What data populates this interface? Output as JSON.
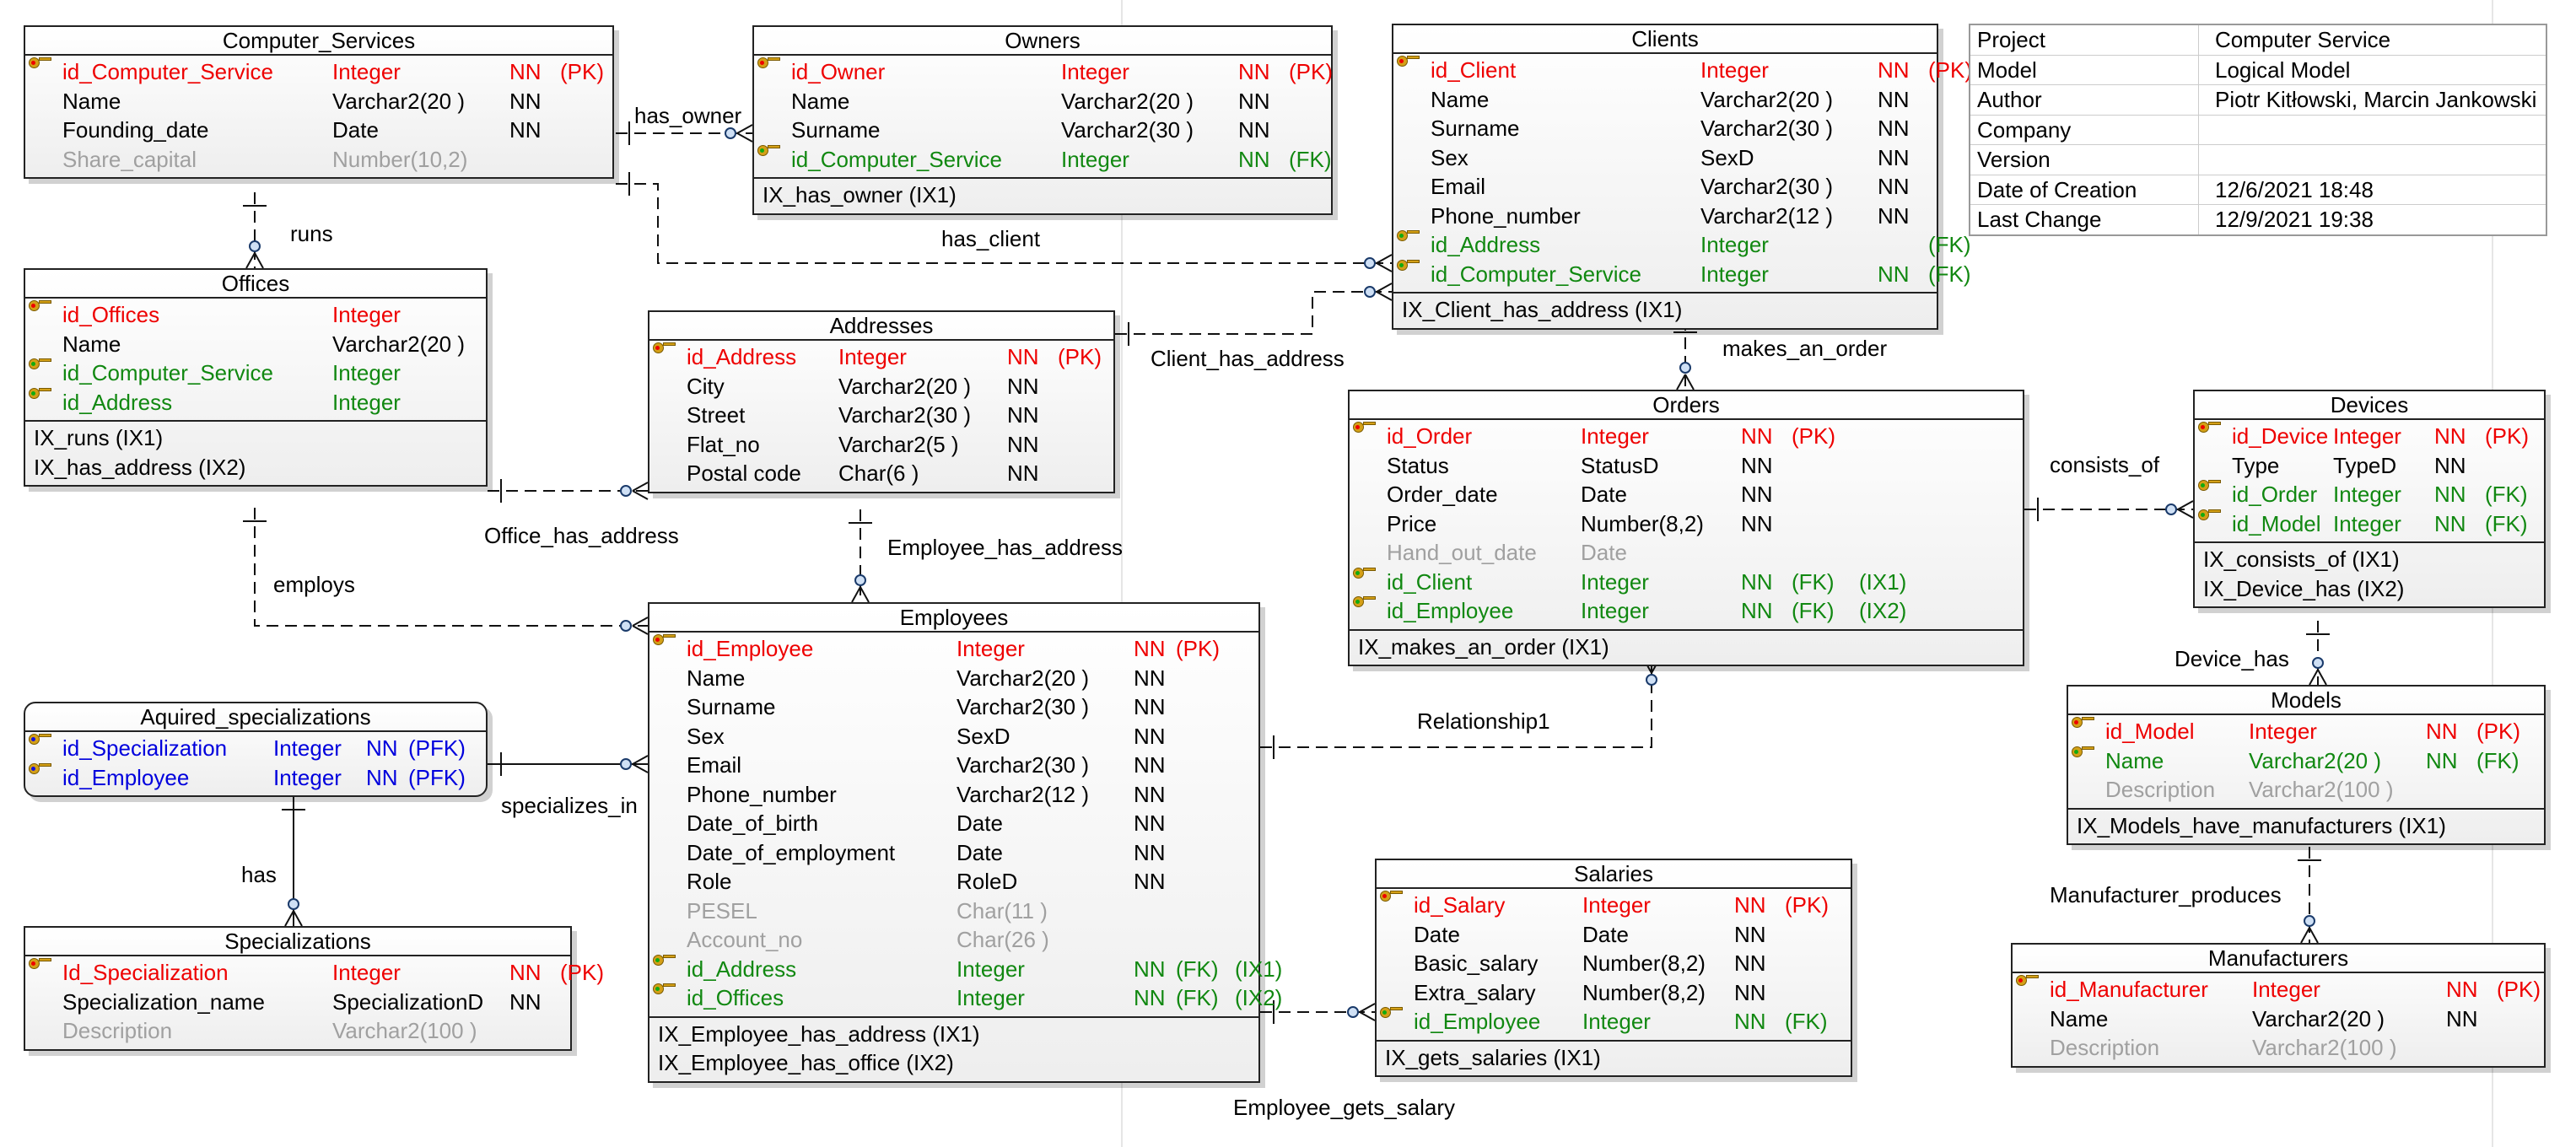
{
  "colors": {
    "pk": "#ee0000",
    "fk": "#118811",
    "pfk": "#0000dd",
    "normal": "#000000",
    "optional": "#a0a0a0"
  },
  "entities": [
    {
      "id": "computer-services",
      "name": "Computer_Services",
      "columns": [
        {
          "name": "id_Computer_Service",
          "type": "Integer",
          "c1": "NN",
          "c2": "(PK)",
          "c3": "",
          "kind": "pk",
          "key": "pk-icon"
        },
        {
          "name": "Name",
          "type": "Varchar2(20 )",
          "c1": "NN",
          "c2": "",
          "c3": "",
          "kind": "n",
          "key": ""
        },
        {
          "name": "Founding_date",
          "type": "Date",
          "c1": "NN",
          "c2": "",
          "c3": "",
          "kind": "n",
          "key": ""
        },
        {
          "name": "Share_capital",
          "type": "Number(10,2)",
          "c1": "",
          "c2": "",
          "c3": "",
          "kind": "g",
          "key": ""
        }
      ],
      "indexes": []
    },
    {
      "id": "owners",
      "name": "Owners",
      "columns": [
        {
          "name": "id_Owner",
          "type": "Integer",
          "c1": "NN",
          "c2": "(PK)",
          "c3": "",
          "kind": "pk",
          "key": "pk-icon"
        },
        {
          "name": "Name",
          "type": "Varchar2(20 )",
          "c1": "NN",
          "c2": "",
          "c3": "",
          "kind": "n",
          "key": ""
        },
        {
          "name": "Surname",
          "type": "Varchar2(30 )",
          "c1": "NN",
          "c2": "",
          "c3": "",
          "kind": "n",
          "key": ""
        },
        {
          "name": "id_Computer_Service",
          "type": "Integer",
          "c1": "NN",
          "c2": "(FK)",
          "c3": "",
          "kind": "fk",
          "key": "fk-icon"
        }
      ],
      "indexes": [
        "IX_has_owner (IX1)"
      ]
    },
    {
      "id": "clients",
      "name": "Clients",
      "columns": [
        {
          "name": "id_Client",
          "type": "Integer",
          "c1": "NN",
          "c2": "(PK)",
          "c3": "",
          "kind": "pk",
          "key": "pk-icon"
        },
        {
          "name": "Name",
          "type": "Varchar2(20 )",
          "c1": "NN",
          "c2": "",
          "c3": "",
          "kind": "n",
          "key": ""
        },
        {
          "name": "Surname",
          "type": "Varchar2(30 )",
          "c1": "NN",
          "c2": "",
          "c3": "",
          "kind": "n",
          "key": ""
        },
        {
          "name": "Sex",
          "type": "SexD",
          "c1": "NN",
          "c2": "",
          "c3": "",
          "kind": "n",
          "key": ""
        },
        {
          "name": "Email",
          "type": "Varchar2(30 )",
          "c1": "NN",
          "c2": "",
          "c3": "",
          "kind": "n",
          "key": ""
        },
        {
          "name": "Phone_number",
          "type": "Varchar2(12 )",
          "c1": "NN",
          "c2": "",
          "c3": "",
          "kind": "n",
          "key": ""
        },
        {
          "name": "id_Address",
          "type": "Integer",
          "c1": "",
          "c2": "(FK)",
          "c3": "",
          "kind": "fk",
          "key": "fk-icon"
        },
        {
          "name": "id_Computer_Service",
          "type": "Integer",
          "c1": "NN",
          "c2": "(FK)",
          "c3": "",
          "kind": "fk",
          "key": "fk-icon"
        }
      ],
      "indexes": [
        "IX_Client_has_address (IX1)"
      ]
    },
    {
      "id": "offices",
      "name": "Offices",
      "columns": [
        {
          "name": "id_Offices",
          "type": "Integer",
          "c1": "",
          "c2": "",
          "c3": "",
          "kind": "pk",
          "key": "pk-icon"
        },
        {
          "name": "Name",
          "type": "Varchar2(20 )",
          "c1": "",
          "c2": "",
          "c3": "",
          "kind": "n",
          "key": ""
        },
        {
          "name": "id_Computer_Service",
          "type": "Integer",
          "c1": "",
          "c2": "",
          "c3": "",
          "kind": "fk",
          "key": "fk-icon"
        },
        {
          "name": "id_Address",
          "type": "Integer",
          "c1": "",
          "c2": "",
          "c3": "",
          "kind": "fk",
          "key": "fk-icon"
        }
      ],
      "indexes": [
        "IX_runs (IX1)",
        "IX_has_address (IX2)"
      ]
    },
    {
      "id": "addresses",
      "name": "Addresses",
      "columns": [
        {
          "name": "id_Address",
          "type": "Integer",
          "c1": "NN",
          "c2": "(PK)",
          "c3": "",
          "kind": "pk",
          "key": "pk-icon"
        },
        {
          "name": "City",
          "type": "Varchar2(20 )",
          "c1": "NN",
          "c2": "",
          "c3": "",
          "kind": "n",
          "key": ""
        },
        {
          "name": "Street",
          "type": "Varchar2(30 )",
          "c1": "NN",
          "c2": "",
          "c3": "",
          "kind": "n",
          "key": ""
        },
        {
          "name": "Flat_no",
          "type": "Varchar2(5 )",
          "c1": "NN",
          "c2": "",
          "c3": "",
          "kind": "n",
          "key": ""
        },
        {
          "name": "Postal code",
          "type": "Char(6 )",
          "c1": "NN",
          "c2": "",
          "c3": "",
          "kind": "n",
          "key": ""
        }
      ],
      "indexes": []
    },
    {
      "id": "orders",
      "name": "Orders",
      "columns": [
        {
          "name": "id_Order",
          "type": "Integer",
          "c1": "NN",
          "c2": "(PK)",
          "c3": "",
          "kind": "pk",
          "key": "pk-icon"
        },
        {
          "name": "Status",
          "type": "StatusD",
          "c1": "NN",
          "c2": "",
          "c3": "",
          "kind": "n",
          "key": ""
        },
        {
          "name": "Order_date",
          "type": "Date",
          "c1": "NN",
          "c2": "",
          "c3": "",
          "kind": "n",
          "key": ""
        },
        {
          "name": "Price",
          "type": "Number(8,2)",
          "c1": "NN",
          "c2": "",
          "c3": "",
          "kind": "n",
          "key": ""
        },
        {
          "name": "Hand_out_date",
          "type": "Date",
          "c1": "",
          "c2": "",
          "c3": "",
          "kind": "g",
          "key": ""
        },
        {
          "name": "id_Client",
          "type": "Integer",
          "c1": "NN",
          "c2": "(FK)",
          "c3": "(IX1)",
          "kind": "fk",
          "key": "fk-icon"
        },
        {
          "name": "id_Employee",
          "type": "Integer",
          "c1": "NN",
          "c2": "(FK)",
          "c3": "(IX2)",
          "kind": "fk",
          "key": "fk-icon"
        }
      ],
      "indexes": [
        "IX_makes_an_order (IX1)"
      ]
    },
    {
      "id": "devices",
      "name": "Devices",
      "columns": [
        {
          "name": "id_Device",
          "type": "Integer",
          "c1": "NN",
          "c2": "(PK)",
          "c3": "",
          "kind": "pk",
          "key": "pk-icon"
        },
        {
          "name": "Type",
          "type": "TypeD",
          "c1": "NN",
          "c2": "",
          "c3": "",
          "kind": "n",
          "key": ""
        },
        {
          "name": "id_Order",
          "type": "Integer",
          "c1": "NN",
          "c2": "(FK)",
          "c3": "",
          "kind": "fk",
          "key": "fk-icon"
        },
        {
          "name": "id_Model",
          "type": "Integer",
          "c1": "NN",
          "c2": "(FK)",
          "c3": "",
          "kind": "fk",
          "key": "fk-icon"
        }
      ],
      "indexes": [
        "IX_consists_of (IX1)",
        "IX_Device_has (IX2)"
      ]
    },
    {
      "id": "aquired-specializations",
      "name": "Aquired_specializations",
      "columns": [
        {
          "name": "id_Specialization",
          "type": "Integer",
          "c1": "NN",
          "c2": "(PFK)",
          "c3": "",
          "kind": "pfk",
          "key": "pfk-icon"
        },
        {
          "name": "id_Employee",
          "type": "Integer",
          "c1": "NN",
          "c2": "(PFK)",
          "c3": "",
          "kind": "pfk",
          "key": "pfk-icon"
        }
      ],
      "indexes": []
    },
    {
      "id": "employees",
      "name": "Employees",
      "columns": [
        {
          "name": "id_Employee",
          "type": "Integer",
          "c1": "NN",
          "c2": "(PK)",
          "c3": "",
          "kind": "pk",
          "key": "pk-icon"
        },
        {
          "name": "Name",
          "type": "Varchar2(20 )",
          "c1": "NN",
          "c2": "",
          "c3": "",
          "kind": "n",
          "key": ""
        },
        {
          "name": "Surname",
          "type": "Varchar2(30 )",
          "c1": "NN",
          "c2": "",
          "c3": "",
          "kind": "n",
          "key": ""
        },
        {
          "name": "Sex",
          "type": "SexD",
          "c1": "NN",
          "c2": "",
          "c3": "",
          "kind": "n",
          "key": ""
        },
        {
          "name": "Email",
          "type": "Varchar2(30 )",
          "c1": "NN",
          "c2": "",
          "c3": "",
          "kind": "n",
          "key": ""
        },
        {
          "name": "Phone_number",
          "type": "Varchar2(12 )",
          "c1": "NN",
          "c2": "",
          "c3": "",
          "kind": "n",
          "key": ""
        },
        {
          "name": "Date_of_birth",
          "type": "Date",
          "c1": "NN",
          "c2": "",
          "c3": "",
          "kind": "n",
          "key": ""
        },
        {
          "name": "Date_of_employment",
          "type": "Date",
          "c1": "NN",
          "c2": "",
          "c3": "",
          "kind": "n",
          "key": ""
        },
        {
          "name": "Role",
          "type": "RoleD",
          "c1": "NN",
          "c2": "",
          "c3": "",
          "kind": "n",
          "key": ""
        },
        {
          "name": "PESEL",
          "type": "Char(11 )",
          "c1": "",
          "c2": "",
          "c3": "",
          "kind": "g",
          "key": ""
        },
        {
          "name": "Account_no",
          "type": "Char(26 )",
          "c1": "",
          "c2": "",
          "c3": "",
          "kind": "g",
          "key": ""
        },
        {
          "name": "id_Address",
          "type": "Integer",
          "c1": "NN",
          "c2": "(FK)",
          "c3": "(IX1)",
          "kind": "fk",
          "key": "fk-icon"
        },
        {
          "name": "id_Offices",
          "type": "Integer",
          "c1": "NN",
          "c2": "(FK)",
          "c3": "(IX2)",
          "kind": "fk",
          "key": "fk-icon"
        }
      ],
      "indexes": [
        "IX_Employee_has_address (IX1)",
        "IX_Employee_has_office (IX2)"
      ]
    },
    {
      "id": "models",
      "name": "Models",
      "columns": [
        {
          "name": "id_Model",
          "type": "Integer",
          "c1": "NN",
          "c2": "(PK)",
          "c3": "",
          "kind": "pk",
          "key": "pk-icon"
        },
        {
          "name": "Name",
          "type": "Varchar2(20 )",
          "c1": "NN",
          "c2": "(FK)",
          "c3": "",
          "kind": "fk",
          "key": "fk-icon"
        },
        {
          "name": "Description",
          "type": "Varchar2(100 )",
          "c1": "",
          "c2": "",
          "c3": "",
          "kind": "g",
          "key": ""
        }
      ],
      "indexes": [
        "IX_Models_have_manufacturers (IX1)"
      ]
    },
    {
      "id": "specializations",
      "name": "Specializations",
      "columns": [
        {
          "name": "Id_Specialization",
          "type": "Integer",
          "c1": "NN",
          "c2": "(PK)",
          "c3": "",
          "kind": "pk",
          "key": "pk-icon"
        },
        {
          "name": "Specialization_name",
          "type": "SpecializationD",
          "c1": "NN",
          "c2": "",
          "c3": "",
          "kind": "n",
          "key": ""
        },
        {
          "name": "Description",
          "type": "Varchar2(100 )",
          "c1": "",
          "c2": "",
          "c3": "",
          "kind": "g",
          "key": ""
        }
      ],
      "indexes": []
    },
    {
      "id": "salaries",
      "name": "Salaries",
      "columns": [
        {
          "name": "id_Salary",
          "type": "Integer",
          "c1": "NN",
          "c2": "(PK)",
          "c3": "",
          "kind": "pk",
          "key": "pk-icon"
        },
        {
          "name": "Date",
          "type": "Date",
          "c1": "NN",
          "c2": "",
          "c3": "",
          "kind": "n",
          "key": ""
        },
        {
          "name": "Basic_salary",
          "type": "Number(8,2)",
          "c1": "NN",
          "c2": "",
          "c3": "",
          "kind": "n",
          "key": ""
        },
        {
          "name": "Extra_salary",
          "type": "Number(8,2)",
          "c1": "NN",
          "c2": "",
          "c3": "",
          "kind": "n",
          "key": ""
        },
        {
          "name": "id_Employee",
          "type": "Integer",
          "c1": "NN",
          "c2": "(FK)",
          "c3": "",
          "kind": "fk",
          "key": "fk-icon"
        }
      ],
      "indexes": [
        "IX_gets_salaries (IX1)"
      ]
    },
    {
      "id": "manufacturers",
      "name": "Manufacturers",
      "columns": [
        {
          "name": "id_Manufacturer",
          "type": "Integer",
          "c1": "NN",
          "c2": "(PK)",
          "c3": "",
          "kind": "pk",
          "key": "pk-icon"
        },
        {
          "name": "Name",
          "type": "Varchar2(20 )",
          "c1": "NN",
          "c2": "",
          "c3": "",
          "kind": "n",
          "key": ""
        },
        {
          "name": "Description",
          "type": "Varchar2(100 )",
          "c1": "",
          "c2": "",
          "c3": "",
          "kind": "g",
          "key": ""
        }
      ],
      "indexes": []
    }
  ],
  "relationships": [
    {
      "id": "has-owner",
      "label": "has_owner"
    },
    {
      "id": "runs",
      "label": "runs"
    },
    {
      "id": "has-client",
      "label": "has_client"
    },
    {
      "id": "client-has-address",
      "label": "Client_has_address"
    },
    {
      "id": "makes-an-order",
      "label": "makes_an_order"
    },
    {
      "id": "office-has-address",
      "label": "Office_has_address"
    },
    {
      "id": "employee-has-address",
      "label": "Employee_has_address"
    },
    {
      "id": "employs",
      "label": "employs"
    },
    {
      "id": "consists-of",
      "label": "consists_of"
    },
    {
      "id": "device-has",
      "label": "Device_has"
    },
    {
      "id": "relationship1",
      "label": "Relationship1"
    },
    {
      "id": "specializes-in",
      "label": "specializes_in"
    },
    {
      "id": "has",
      "label": "has"
    },
    {
      "id": "manufacturer-produces",
      "label": "Manufacturer_produces"
    },
    {
      "id": "employee-gets-salary",
      "label": "Employee_gets_salary"
    }
  ],
  "info": [
    {
      "key": "Project",
      "value": "Computer Service"
    },
    {
      "key": "Model",
      "value": "Logical Model"
    },
    {
      "key": "Author",
      "value": "Piotr Kitłowski, Marcin Jankowski"
    },
    {
      "key": "Company",
      "value": ""
    },
    {
      "key": "Version",
      "value": ""
    },
    {
      "key": "Date of Creation",
      "value": "12/6/2021 18:48"
    },
    {
      "key": "Last Change",
      "value": "12/9/2021 19:38"
    }
  ]
}
